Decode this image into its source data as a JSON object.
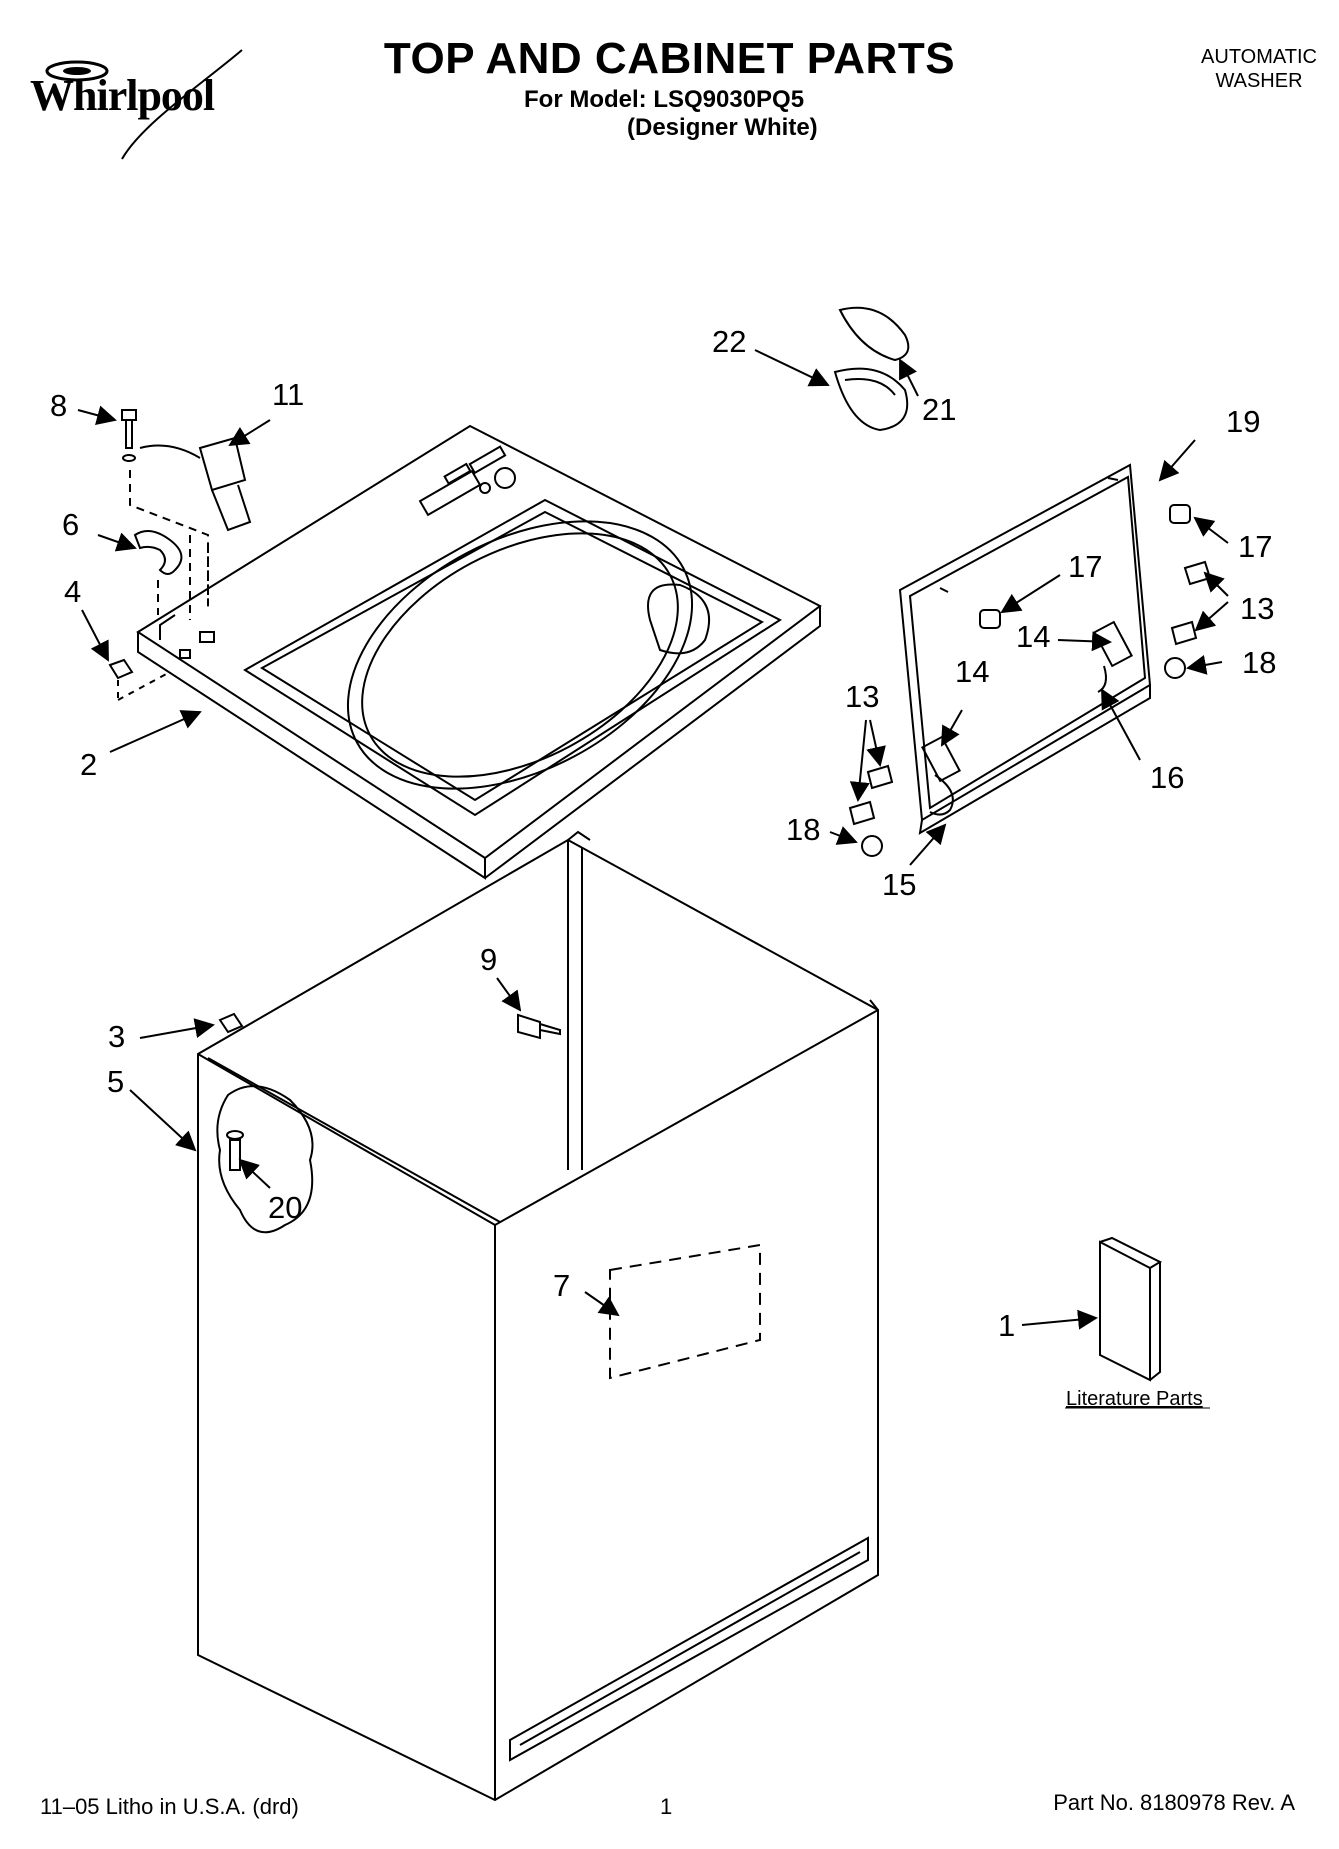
{
  "brand": {
    "logo_text": "Whirlpool"
  },
  "header": {
    "title": "TOP AND CABINET PARTS",
    "model_line": "For Model: LSQ9030PQ5",
    "model_variant": "(Designer White)",
    "product_type_line1": "AUTOMATIC",
    "product_type_line2": "WASHER"
  },
  "callouts": {
    "c1": "1",
    "c2": "2",
    "c3": "3",
    "c4": "4",
    "c5": "5",
    "c6": "6",
    "c7": "7",
    "c8": "8",
    "c9": "9",
    "c11": "11",
    "c13a": "13",
    "c13b": "13",
    "c14a": "14",
    "c14b": "14",
    "c15": "15",
    "c16": "16",
    "c17a": "17",
    "c17b": "17",
    "c18a": "18",
    "c18b": "18",
    "c19": "19",
    "c20": "20",
    "c21": "21",
    "c22": "22"
  },
  "literature_label": "Literature Parts",
  "footer": {
    "left": "11–05 Litho in U.S.A. (drd)",
    "page": "1",
    "right": "Part No. 8180978 Rev. A"
  }
}
